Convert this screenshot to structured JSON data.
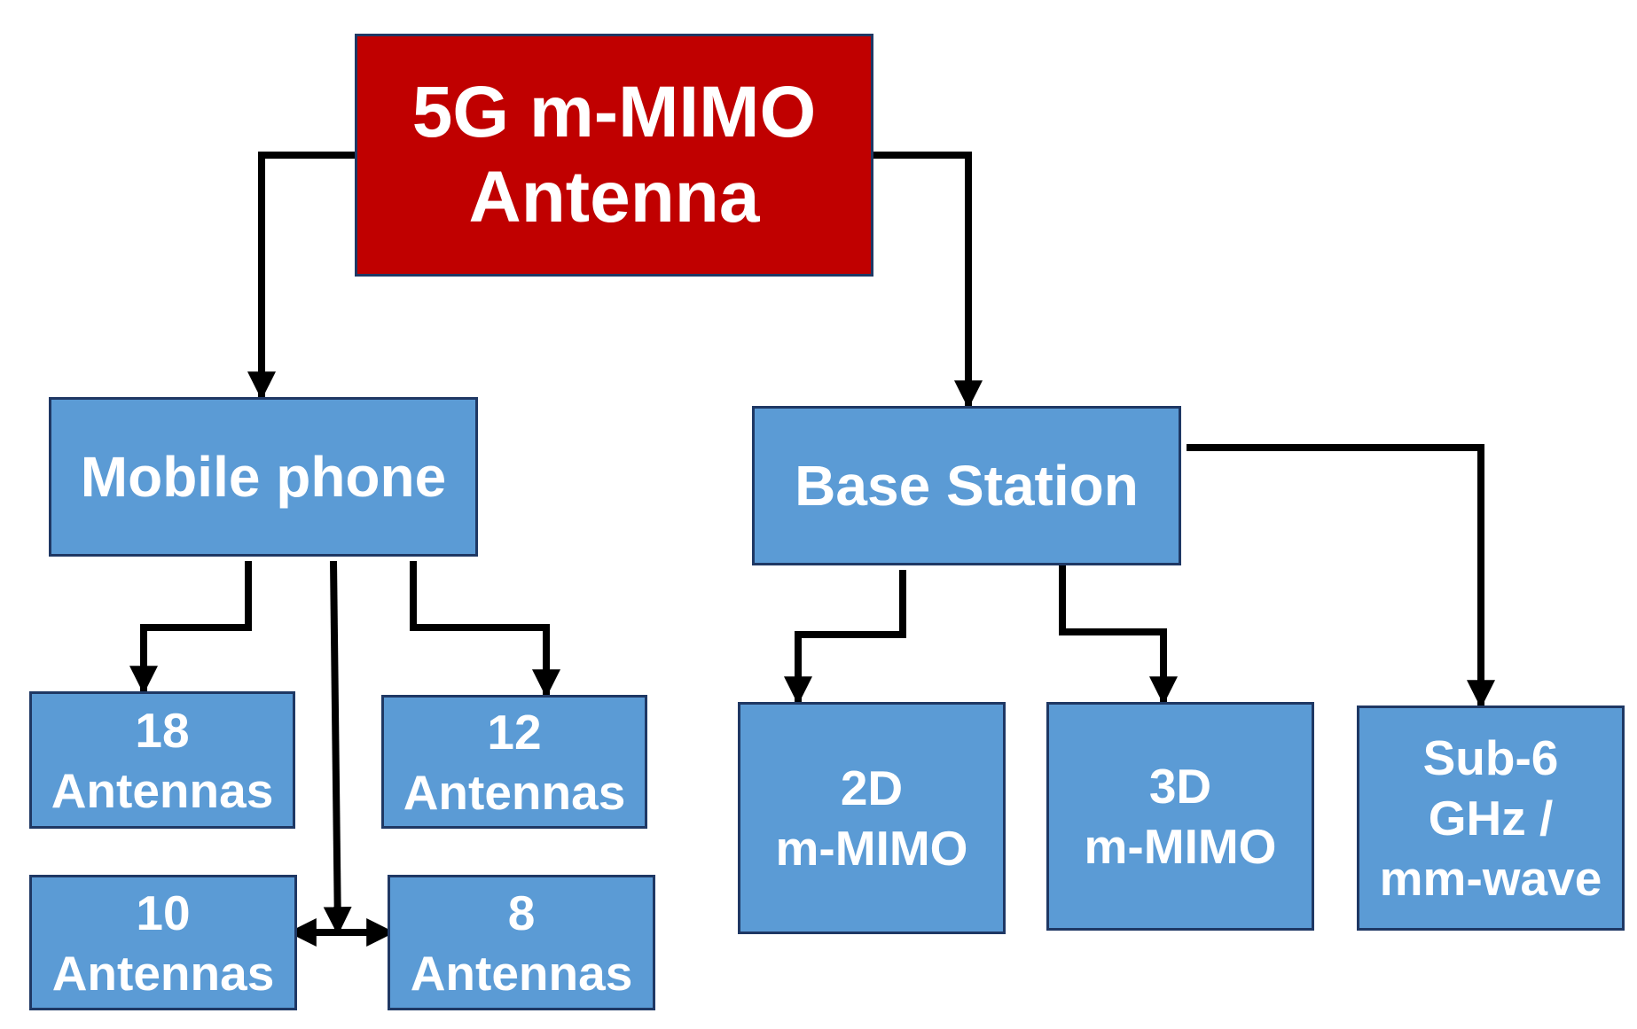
{
  "colors": {
    "root_fill": "#c00000",
    "node_fill": "#5b9bd5",
    "node_border": "#1f3864",
    "text": "#ffffff",
    "connector": "#000000"
  },
  "diagram": {
    "root": {
      "lines": [
        "5G m-MIMO",
        "Antenna"
      ]
    },
    "mobile": {
      "lines": [
        "Mobile phone"
      ]
    },
    "base": {
      "lines": [
        "Base Station"
      ]
    },
    "ant18": {
      "lines": [
        "18",
        "Antennas"
      ]
    },
    "ant12": {
      "lines": [
        "12",
        "Antennas"
      ]
    },
    "ant10": {
      "lines": [
        "10",
        "Antennas"
      ]
    },
    "ant8": {
      "lines": [
        "8",
        "Antennas"
      ]
    },
    "mimo2d": {
      "lines": [
        "2D",
        "m-MIMO"
      ]
    },
    "mimo3d": {
      "lines": [
        "3D",
        "m-MIMO"
      ]
    },
    "band": {
      "lines": [
        "Sub-6",
        "GHz /",
        "mm-wave"
      ]
    }
  }
}
